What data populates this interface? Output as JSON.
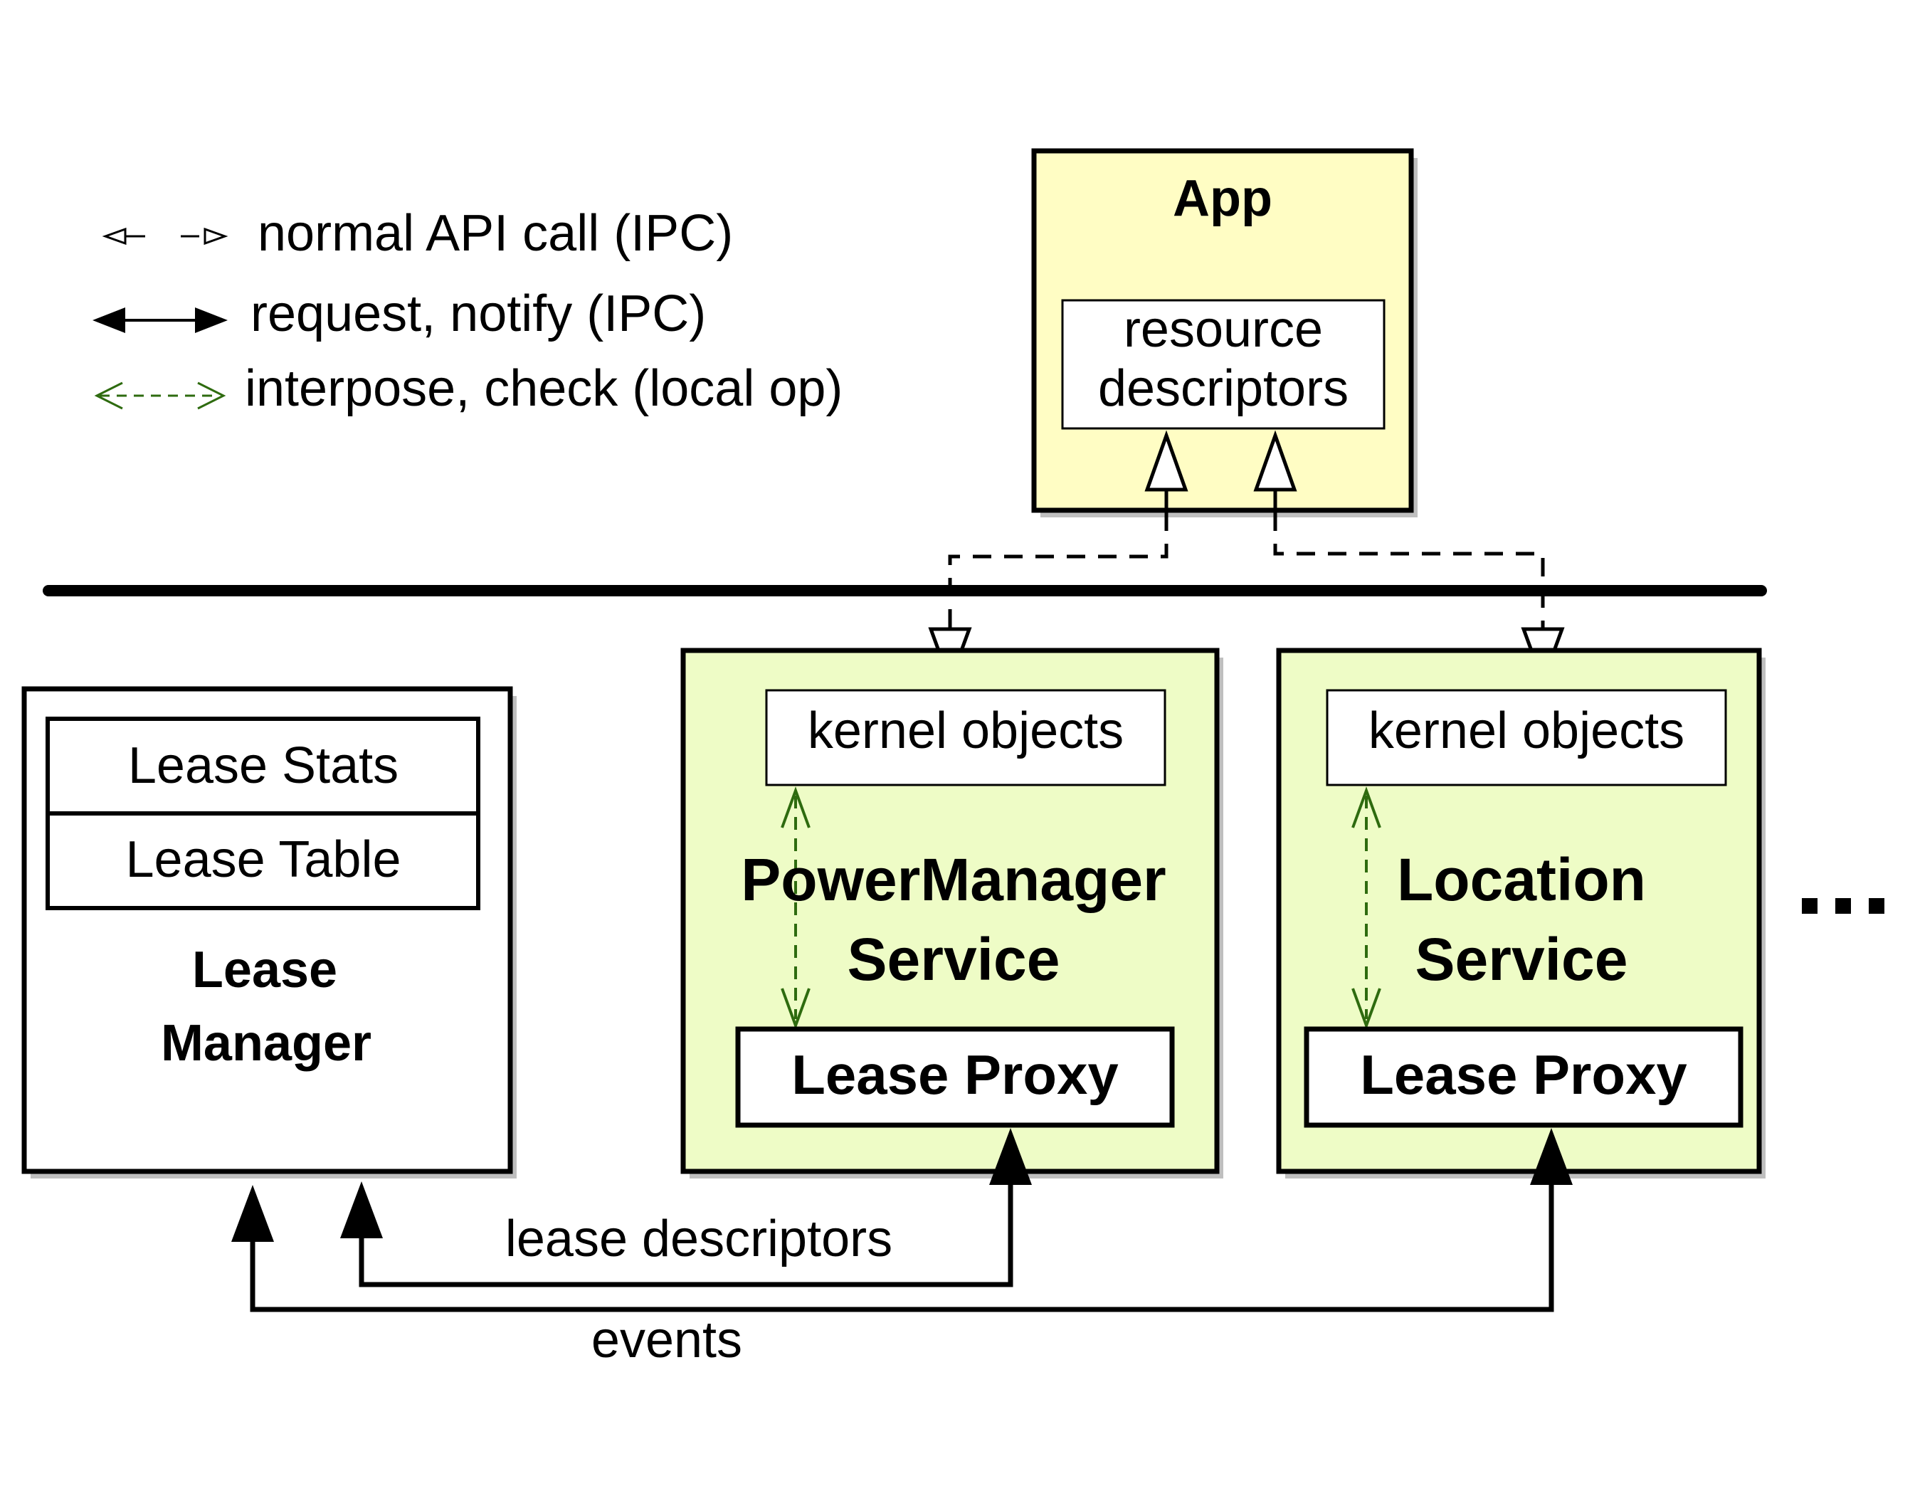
{
  "legend": {
    "items": [
      {
        "label": "normal API call (IPC)",
        "style": "dashed-hollow"
      },
      {
        "label": "request, notify (IPC)",
        "style": "solid-filled"
      },
      {
        "label": "interpose, check (local op)",
        "style": "green-dashed"
      }
    ]
  },
  "app": {
    "title": "App",
    "inner_line1": "resource",
    "inner_line2": "descriptors"
  },
  "lease_manager": {
    "stats_label": "Lease Stats",
    "table_label": "Lease Table",
    "title_line1": "Lease",
    "title_line2": "Manager"
  },
  "power_service": {
    "kernel_label": "kernel objects",
    "title_line1": "PowerManager",
    "title_line2": "Service",
    "proxy_label": "Lease Proxy"
  },
  "location_service": {
    "kernel_label": "kernel objects",
    "title_line1": "Location",
    "title_line2": "Service",
    "proxy_label": "Lease Proxy"
  },
  "ellipsis": "...",
  "edges": {
    "lease_descriptors_label": "lease descriptors",
    "events_label": "events"
  },
  "colors": {
    "app_fill": "#fffdc4",
    "service_fill": "#eefcc6",
    "check_arrow": "#2e6b0f"
  }
}
